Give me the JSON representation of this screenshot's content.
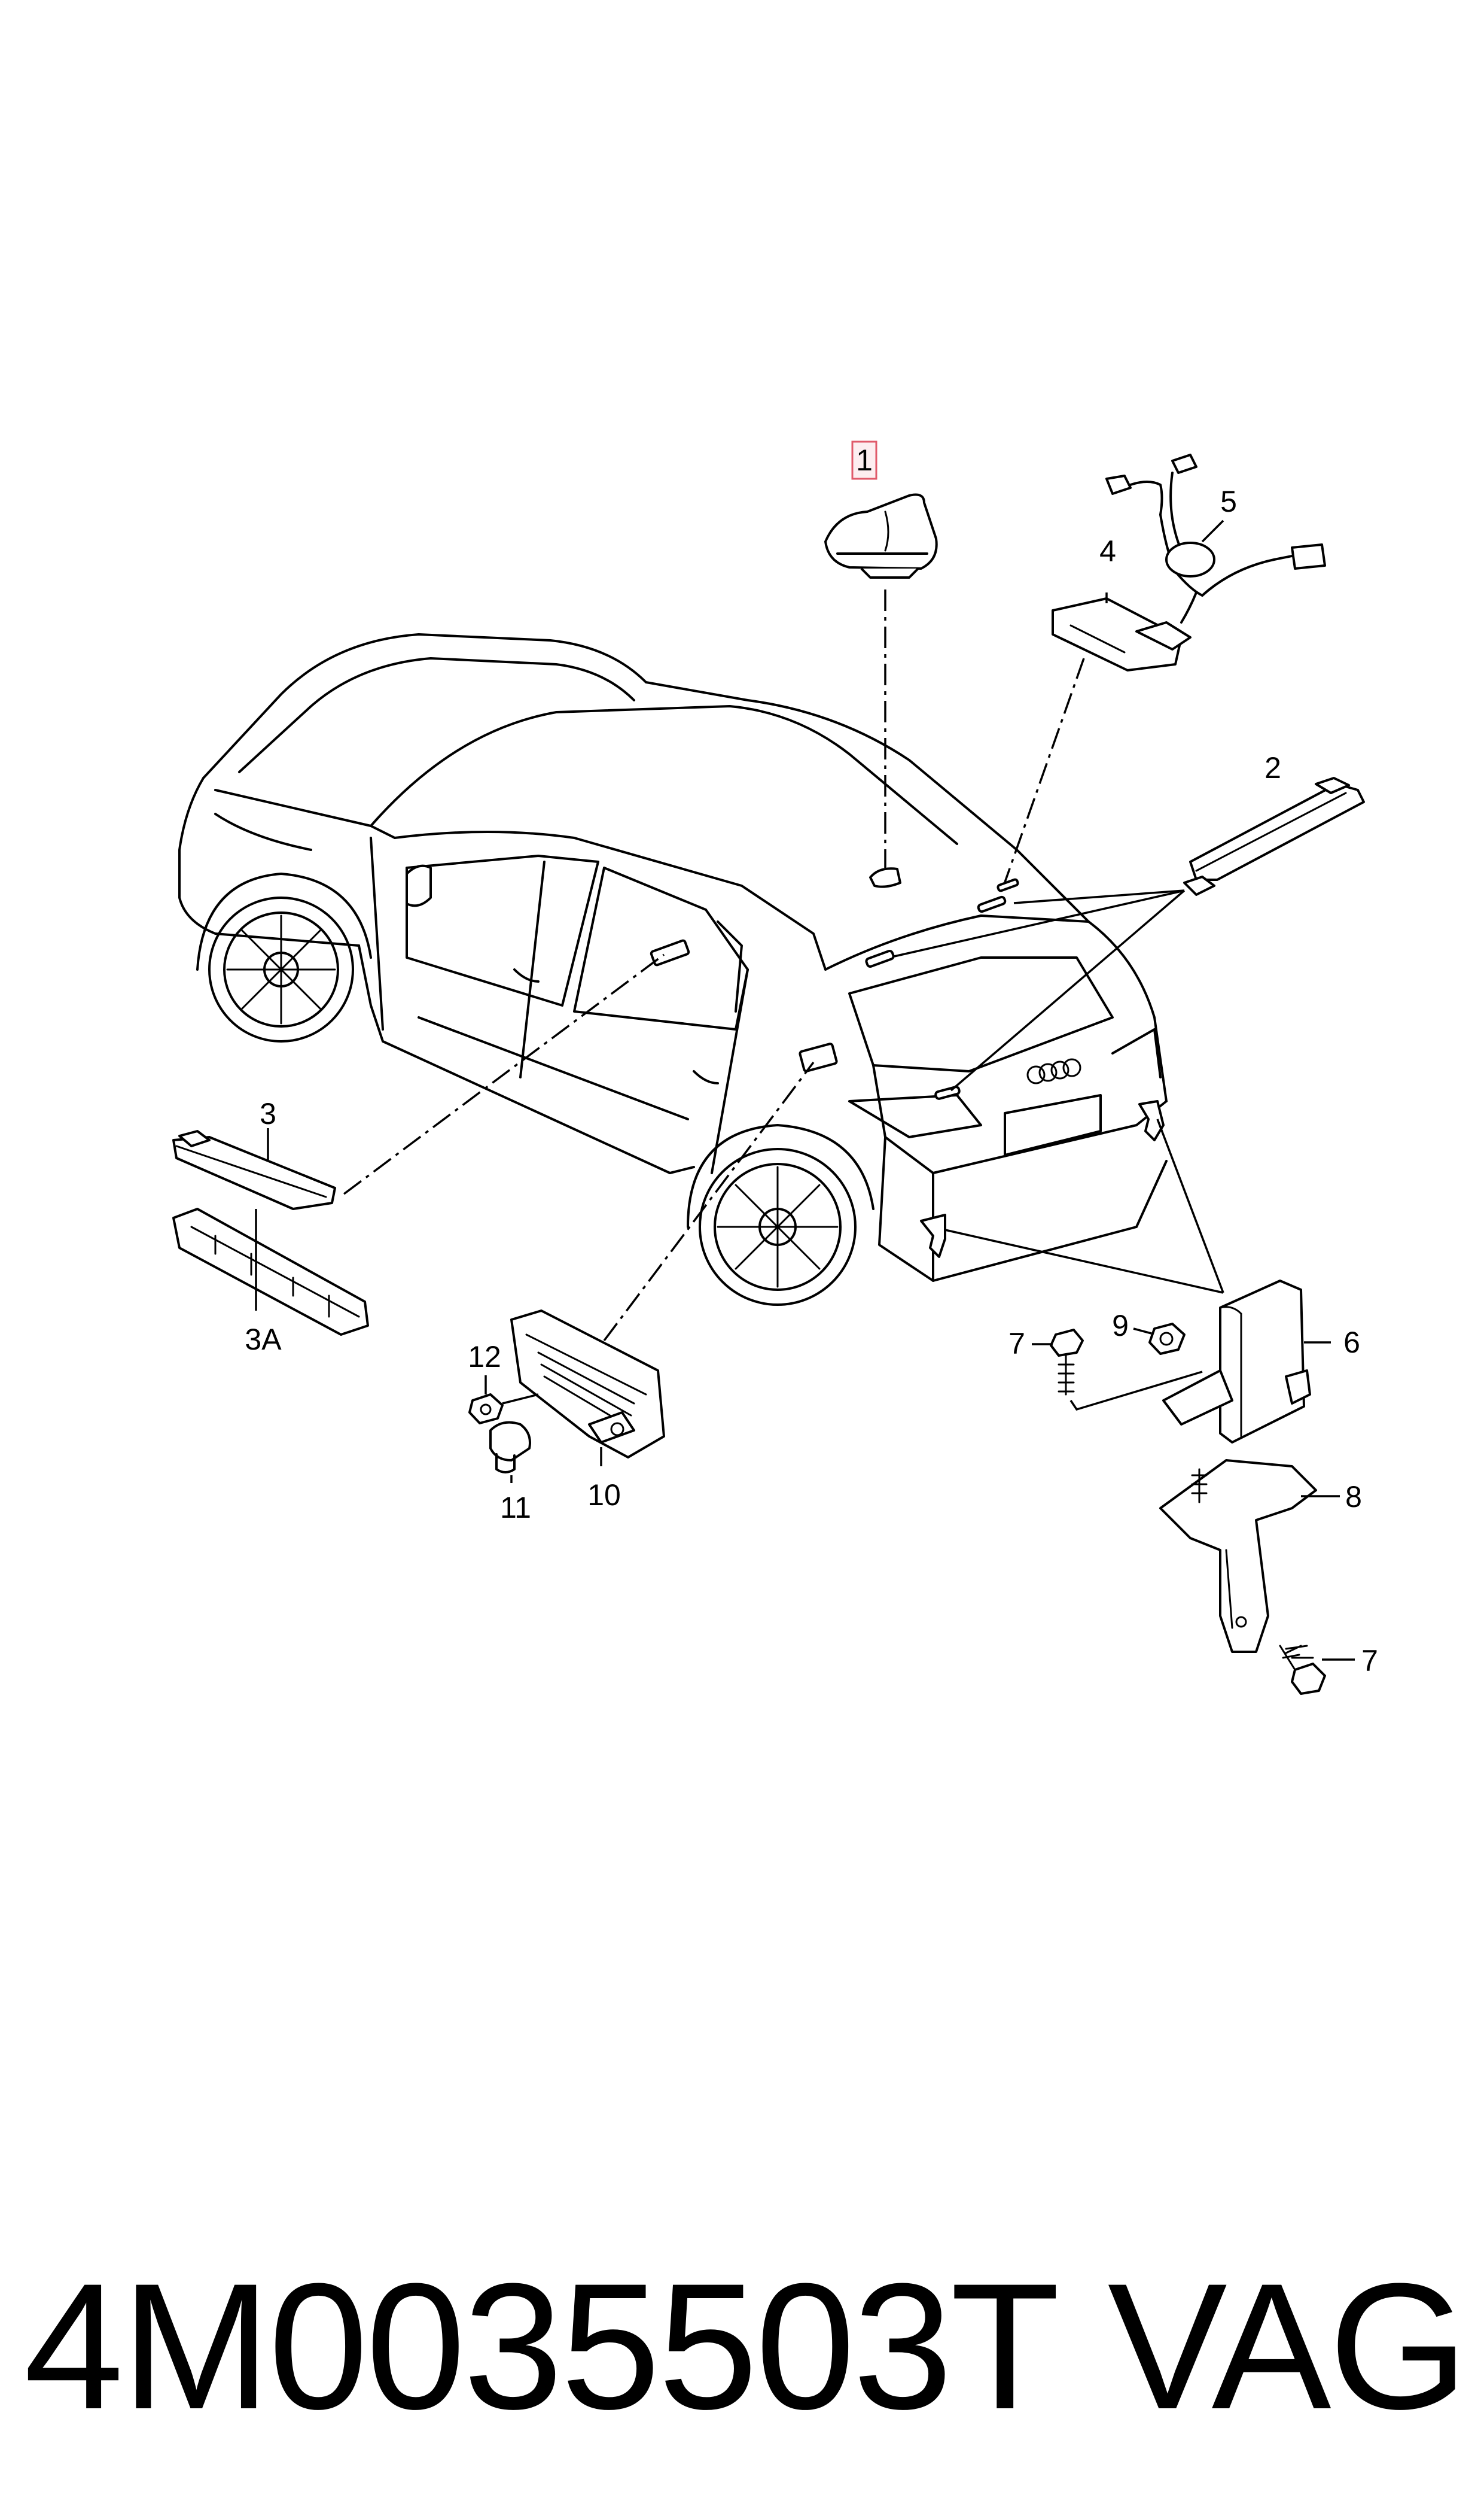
{
  "callouts": {
    "c1": "1",
    "c2": "2",
    "c3": "3",
    "c3a": "3A",
    "c4": "4",
    "c5": "5",
    "c6": "6",
    "c7a": "7",
    "c7b": "7",
    "c8": "8",
    "c9": "9",
    "c10": "10",
    "c11": "11",
    "c12": "12"
  },
  "highlight_color": "#e05a6a",
  "footer": {
    "part_number": "4M0035503T",
    "brand": "VAG"
  }
}
